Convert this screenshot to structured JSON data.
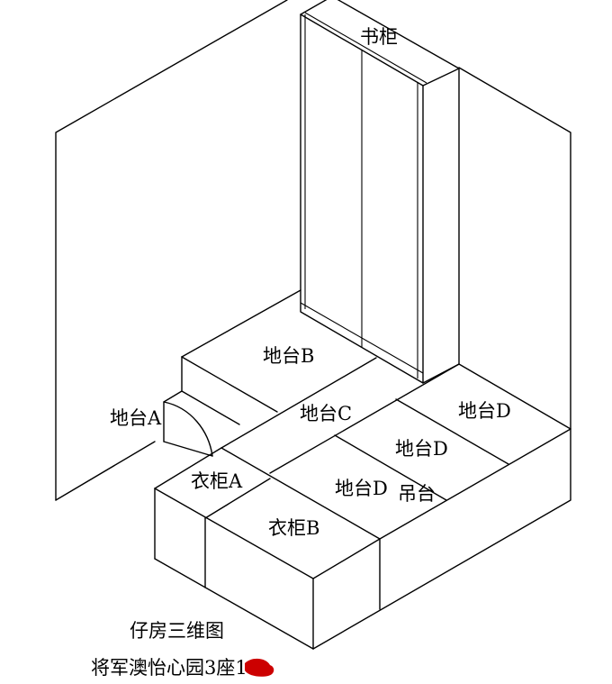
{
  "labels": {
    "bookcase": "书柜",
    "platform_a": "地台A",
    "platform_b": "地台B",
    "platform_c": "地台C",
    "platform_d1": "地台D",
    "platform_d2": "地台D",
    "platform_d3": "地台D",
    "wardrobe_a": "衣柜A",
    "wardrobe_b": "衣柜B",
    "hanging_cabinet": "吊台"
  },
  "caption": {
    "title": "仔房三维图",
    "address": "将军澳怡心园3座1"
  },
  "colors": {
    "line": "#000000",
    "background": "#ffffff",
    "redaction": "#cc0000"
  }
}
